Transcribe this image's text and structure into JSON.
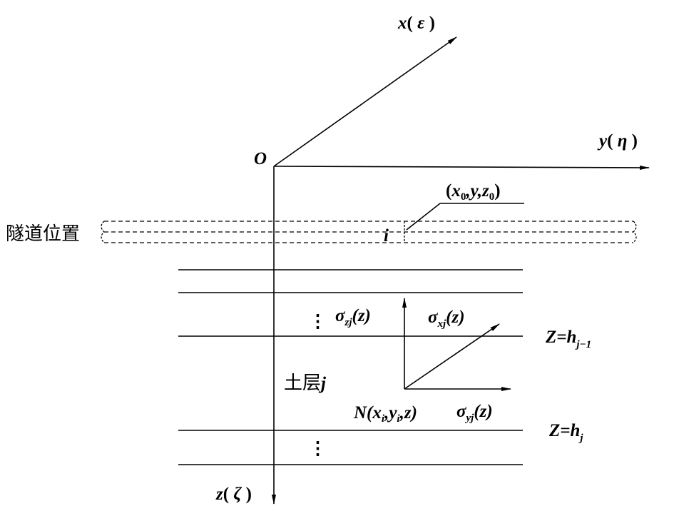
{
  "axes": {
    "origin": "O",
    "x": {
      "var": "x",
      "open": "( ",
      "greek": "ε",
      "close": " )"
    },
    "y": {
      "var": "y",
      "open": "( ",
      "greek": "η",
      "close": " )"
    },
    "z": {
      "var": "z",
      "open": "( ",
      "greek": "ζ",
      "close": " )"
    }
  },
  "tunnel": {
    "label": "隧道位置",
    "point_label": "i",
    "point_coord": {
      "open": "(",
      "x": "x",
      "x_sub": "0",
      "mid": ",y,",
      "z": "z",
      "z_sub": "0",
      "close": ")"
    }
  },
  "layer": {
    "label": "土层",
    "index": "j",
    "top_boundary": {
      "lhs": "Z=h",
      "sub": "j−1"
    },
    "bottom_boundary": {
      "lhs": "Z=h",
      "sub": "j"
    },
    "ellipsis": "⋮"
  },
  "stresses": {
    "sz": {
      "sym": "σ",
      "sub": "zj",
      "arg": "(z)"
    },
    "sx": {
      "sym": "σ",
      "sub": "xj",
      "arg": "(z)"
    },
    "sy": {
      "sym": "σ",
      "sub": "yj",
      "arg": "(z)"
    },
    "point": {
      "name": "N(x",
      "s1": "i",
      "mid": ",y",
      "s2": "i",
      "end": ",z)"
    }
  }
}
